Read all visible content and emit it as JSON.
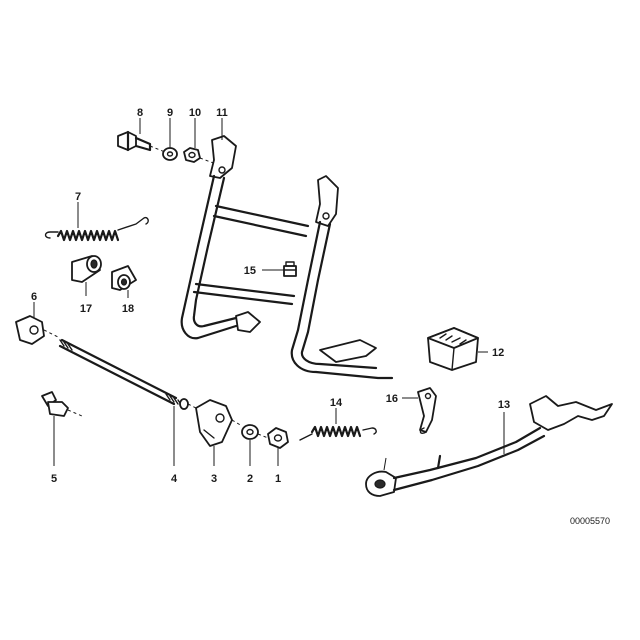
{
  "diagram": {
    "reference_number": "00005570",
    "callouts": {
      "c1": "1",
      "c2": "2",
      "c3": "3",
      "c4": "4",
      "c5": "5",
      "c6": "6",
      "c7": "7",
      "c8": "8",
      "c9": "9",
      "c10": "10",
      "c11": "11",
      "c12": "12",
      "c13": "13",
      "c14": "14",
      "c15": "15",
      "c16": "16",
      "c17": "17",
      "c18": "18"
    }
  }
}
